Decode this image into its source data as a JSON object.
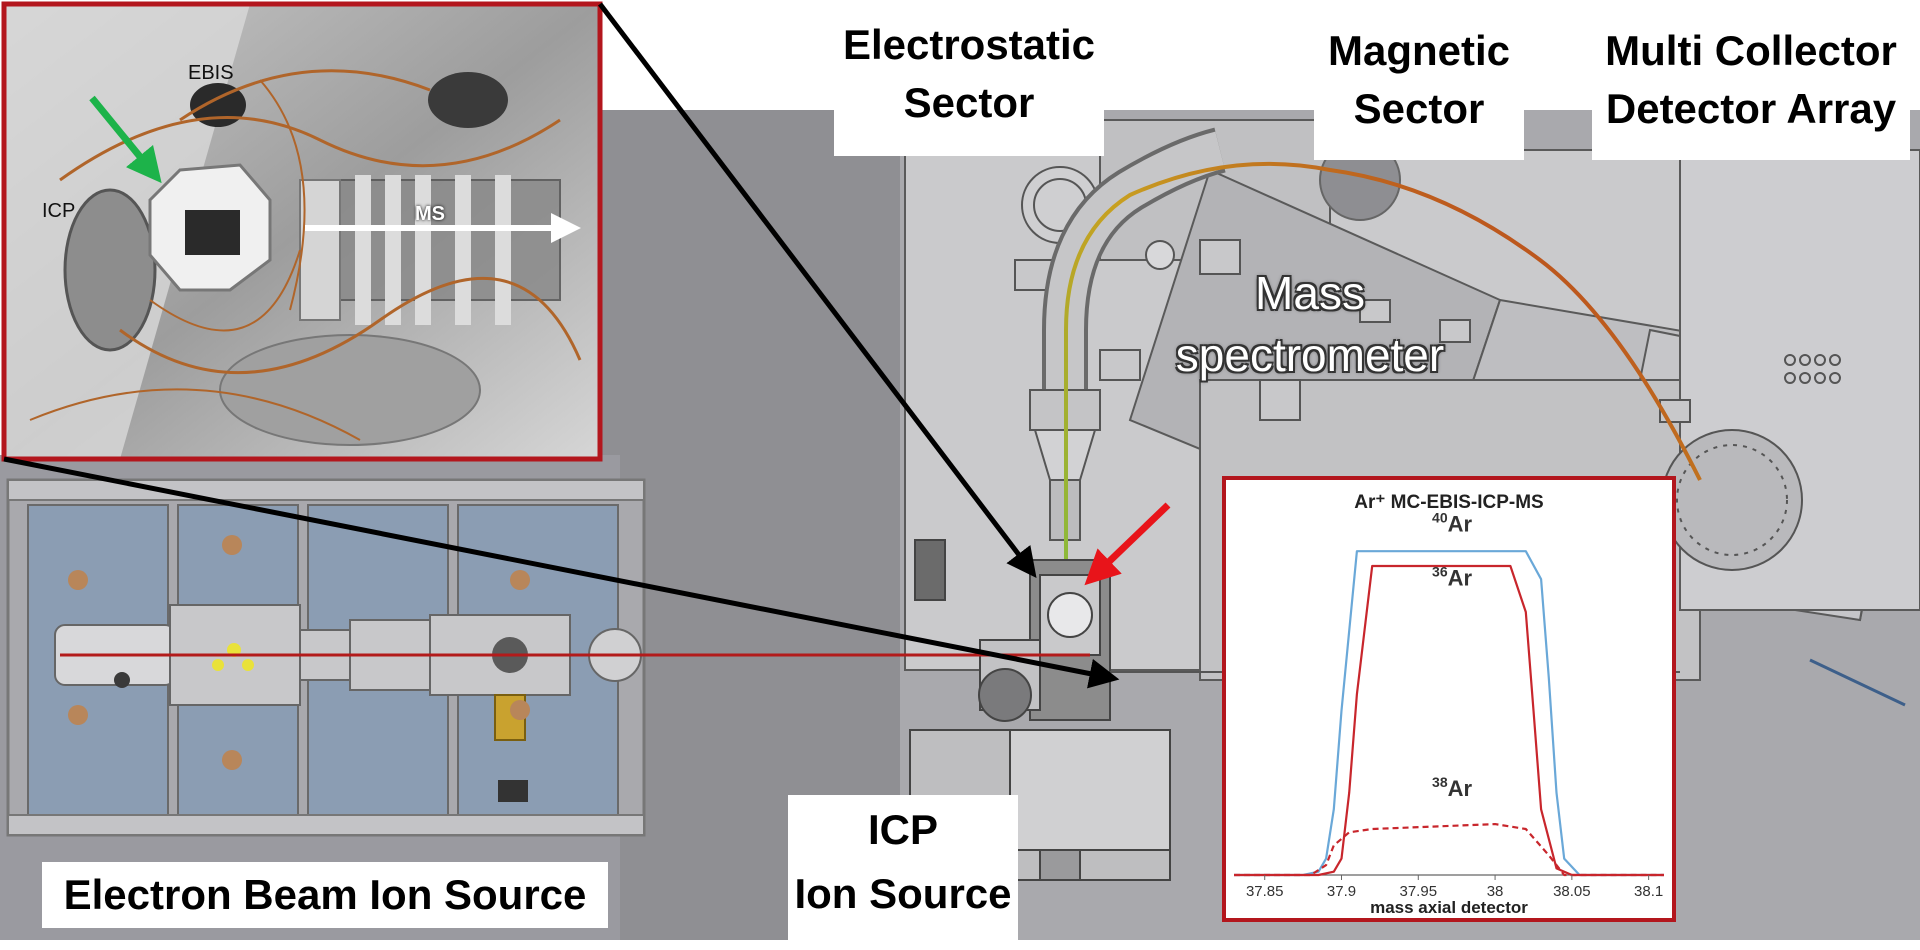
{
  "labels": {
    "electrostatic": [
      "Electrostatic",
      "Sector"
    ],
    "magnetic": [
      "Magnetic",
      "Sector"
    ],
    "multicollector": [
      "Multi Collector",
      "Detector Array"
    ],
    "mass_spectrometer": [
      "Mass",
      "spectrometer"
    ],
    "icp_source": [
      "ICP",
      "Ion Source"
    ],
    "ebis_source": "Electron Beam Ion Source"
  },
  "inset_photo": {
    "ebis": "EBIS",
    "icp": "ICP",
    "ms": "MS"
  },
  "colors": {
    "beam": "#b31b1b",
    "highlight_border": "#b3161d",
    "green_arrow": "#1db34a",
    "red_arrow": "#e8141a",
    "ebis_panel": "#8b9db3"
  },
  "chart_data": {
    "type": "line",
    "title": "Ar⁺ MC-EBIS-ICP-MS",
    "xlabel": "mass axial detector",
    "ylabel": "",
    "xlim": [
      37.83,
      38.11
    ],
    "ylim": [
      0,
      1.08
    ],
    "x_ticks": [
      "37.85",
      "37.9",
      "37.95",
      "38",
      "38.05",
      "38.1"
    ],
    "x_tick_values": [
      37.85,
      37.9,
      37.95,
      38.0,
      38.05,
      38.1
    ],
    "series_labels": [
      {
        "mass": "40",
        "element": "Ar",
        "x": 37.972,
        "y": 1.045
      },
      {
        "mass": "36",
        "element": "Ar",
        "x": 37.972,
        "y": 0.88
      },
      {
        "mass": "38",
        "element": "Ar",
        "x": 37.972,
        "y": 0.24
      }
    ],
    "series": [
      {
        "color": "#6aa8d8",
        "dash": false,
        "x": [
          37.83,
          37.875,
          37.885,
          37.89,
          37.895,
          37.9,
          37.91,
          38.02,
          38.03,
          38.035,
          38.04,
          38.045,
          38.055,
          38.11
        ],
        "y": [
          0.0,
          0.0,
          0.01,
          0.05,
          0.2,
          0.5,
          0.985,
          0.985,
          0.9,
          0.6,
          0.25,
          0.05,
          0.0,
          0.0
        ]
      },
      {
        "color": "#c8262c",
        "dash": false,
        "x": [
          37.83,
          37.885,
          37.895,
          37.9,
          37.905,
          37.91,
          37.92,
          38.01,
          38.02,
          38.025,
          38.03,
          38.04,
          38.05,
          38.11
        ],
        "y": [
          0.0,
          0.0,
          0.01,
          0.05,
          0.25,
          0.55,
          0.94,
          0.94,
          0.8,
          0.5,
          0.2,
          0.02,
          0.0,
          0.0
        ]
      },
      {
        "color": "#c8262c",
        "dash": true,
        "x": [
          37.83,
          37.88,
          37.89,
          37.895,
          37.905,
          37.92,
          38.0,
          38.02,
          38.035,
          38.045,
          38.11
        ],
        "y": [
          0.0,
          0.0,
          0.03,
          0.09,
          0.13,
          0.14,
          0.155,
          0.14,
          0.06,
          0.0,
          0.0
        ]
      }
    ]
  }
}
